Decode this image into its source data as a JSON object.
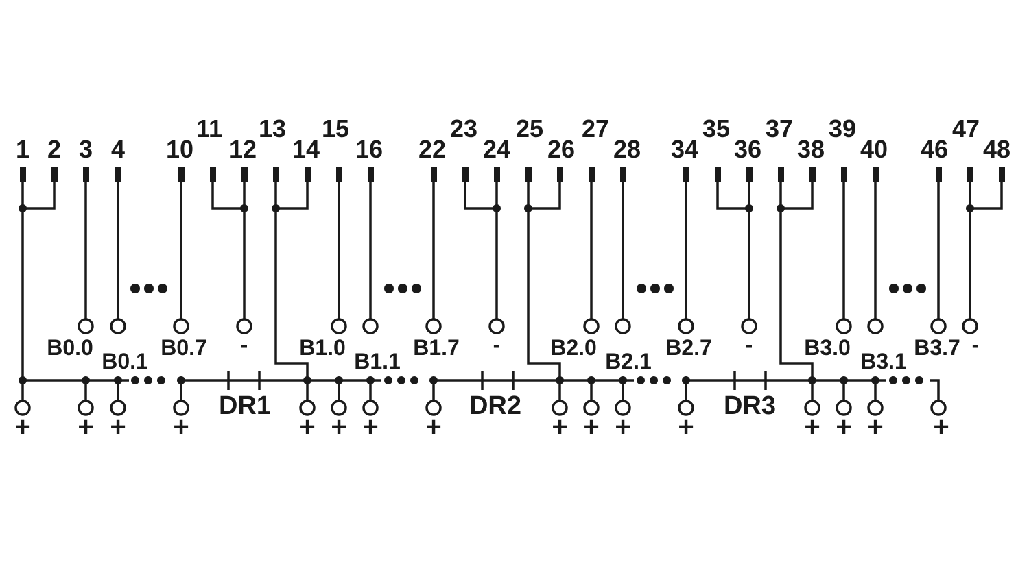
{
  "terminals": {
    "top_row": [
      "1",
      "2",
      "3",
      "4",
      "10",
      "12",
      "14",
      "16",
      "22",
      "24",
      "26",
      "28",
      "34",
      "36",
      "38",
      "40",
      "46",
      "48"
    ],
    "raised_row": [
      "11",
      "13",
      "15",
      "23",
      "25",
      "27",
      "35",
      "37",
      "39",
      "47"
    ]
  },
  "channels": [
    "B0.0",
    "B0.1",
    "B0.7",
    "-",
    "B1.0",
    "B1.1",
    "B1.7",
    "-",
    "B2.0",
    "B2.1",
    "B2.7",
    "-",
    "B3.0",
    "B3.1",
    "B3.7",
    "-"
  ],
  "resistors": [
    "DR1",
    "DR2",
    "DR3"
  ],
  "plus_symbol": "+",
  "colors": {
    "line": "#1a1a1a",
    "background": "#ffffff"
  },
  "icons": [
    "ellipsis-dots",
    "terminal-pin",
    "connection-dot",
    "terminal-circle"
  ]
}
